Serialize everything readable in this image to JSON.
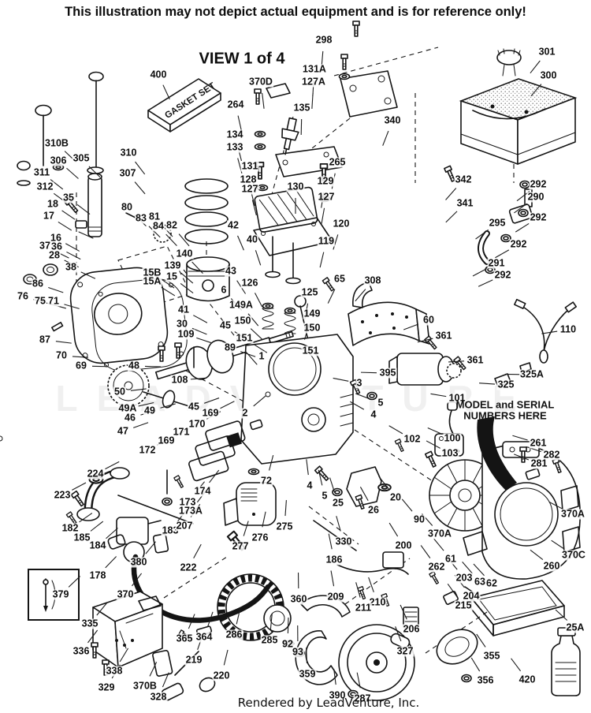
{
  "header": {
    "disclaimer": "This illustration may not depict actual equipment and is for reference only!",
    "view_label": "VIEW 1 of 4"
  },
  "footer": {
    "credit": "Rendered by LeadVenture, Inc."
  },
  "watermark": "LEADVENTURE",
  "annotations": {
    "model_serial_line1": "MODEL and SERIAL",
    "model_serial_line2": "NUMBERS HERE",
    "gasket_set_label": "GASKET SET"
  },
  "colors": {
    "ink": "#141414",
    "background": "#ffffff"
  },
  "diagram": {
    "parts": [
      [
        "298",
        411,
        51
      ],
      [
        "131A",
        399,
        88
      ],
      [
        "127A",
        398,
        104
      ],
      [
        "400",
        201,
        95
      ],
      [
        "370D",
        331,
        104
      ],
      [
        "264",
        299,
        133
      ],
      [
        "134",
        298,
        171
      ],
      [
        "133",
        298,
        187
      ],
      [
        "135",
        383,
        137
      ],
      [
        "301",
        694,
        66
      ],
      [
        "300",
        696,
        96
      ],
      [
        "340",
        498,
        153
      ],
      [
        "265",
        428,
        206
      ],
      [
        "131",
        317,
        211
      ],
      [
        "128",
        315,
        228
      ],
      [
        "127",
        317,
        240
      ],
      [
        "130",
        375,
        237
      ],
      [
        "129",
        413,
        230
      ],
      [
        "127",
        414,
        250
      ],
      [
        "120",
        433,
        284
      ],
      [
        "119",
        414,
        306
      ],
      [
        "342",
        588,
        228
      ],
      [
        "341",
        590,
        258
      ],
      [
        "292",
        683,
        234
      ],
      [
        "290",
        680,
        250
      ],
      [
        "292",
        683,
        276
      ],
      [
        "295",
        631,
        283
      ],
      [
        "292",
        658,
        310
      ],
      [
        "291",
        630,
        334
      ],
      [
        "292",
        638,
        349
      ],
      [
        "310B",
        72,
        182
      ],
      [
        "306",
        74,
        204
      ],
      [
        "311",
        53,
        219
      ],
      [
        "312",
        57,
        237
      ],
      [
        "305",
        103,
        201
      ],
      [
        "310",
        163,
        194
      ],
      [
        "307",
        162,
        220
      ],
      [
        "35",
        87,
        251
      ],
      [
        "18",
        67,
        259
      ],
      [
        "17",
        62,
        274
      ],
      [
        "16",
        71,
        302
      ],
      [
        "37",
        57,
        312
      ],
      [
        "36",
        72,
        313
      ],
      [
        "28",
        69,
        324
      ],
      [
        "38",
        90,
        339
      ],
      [
        "80",
        161,
        263
      ],
      [
        "83",
        179,
        277
      ],
      [
        "81",
        196,
        275
      ],
      [
        "84",
        201,
        287
      ],
      [
        "82",
        218,
        286
      ],
      [
        "140",
        234,
        322
      ],
      [
        "139",
        219,
        337
      ],
      [
        "15B",
        193,
        346
      ],
      [
        "15A",
        193,
        357
      ],
      [
        "15",
        218,
        351
      ],
      [
        "86",
        48,
        360
      ],
      [
        "76",
        29,
        376
      ],
      [
        "75",
        51,
        382
      ],
      [
        "71",
        68,
        382
      ],
      [
        "87",
        57,
        431
      ],
      [
        "70",
        78,
        451
      ],
      [
        "69",
        103,
        464
      ],
      [
        "41",
        233,
        393
      ],
      [
        "30",
        231,
        411
      ],
      [
        "109",
        236,
        424
      ],
      [
        "48",
        170,
        464
      ],
      [
        "108",
        228,
        482
      ],
      [
        "50",
        152,
        497
      ],
      [
        "49A",
        162,
        518
      ],
      [
        "49",
        190,
        521
      ],
      [
        "46",
        165,
        530
      ],
      [
        "47",
        156,
        547
      ],
      [
        "45",
        246,
        516
      ],
      [
        "169",
        267,
        524
      ],
      [
        "170",
        250,
        538
      ],
      [
        "171",
        230,
        548
      ],
      [
        "169",
        211,
        559
      ],
      [
        "172",
        187,
        571
      ],
      [
        "2",
        311,
        524
      ],
      [
        "42",
        296,
        286
      ],
      [
        "40",
        320,
        304
      ],
      [
        "43",
        293,
        344
      ],
      [
        "6",
        284,
        368
      ],
      [
        "126",
        317,
        359
      ],
      [
        "125",
        393,
        371
      ],
      [
        "149A",
        306,
        387
      ],
      [
        "150",
        308,
        407
      ],
      [
        "151",
        310,
        429
      ],
      [
        "149",
        396,
        398
      ],
      [
        "150",
        396,
        416
      ],
      [
        "151",
        394,
        445
      ],
      [
        "45",
        286,
        413
      ],
      [
        "89",
        292,
        441
      ],
      [
        "1",
        332,
        452
      ],
      [
        "65",
        431,
        354
      ],
      [
        "308",
        473,
        356
      ],
      [
        "60",
        544,
        406
      ],
      [
        "361",
        563,
        426
      ],
      [
        "361",
        603,
        457
      ],
      [
        "395",
        492,
        473
      ],
      [
        "325A",
        675,
        475
      ],
      [
        "325",
        642,
        488
      ],
      [
        "110",
        721,
        418
      ],
      [
        "101",
        580,
        505
      ],
      [
        "3",
        456,
        486
      ],
      [
        "5",
        483,
        511
      ],
      [
        "4",
        474,
        526
      ],
      [
        "102",
        523,
        557
      ],
      [
        "100",
        574,
        556
      ],
      [
        "103",
        571,
        575
      ],
      [
        "261",
        683,
        562
      ],
      [
        "282",
        700,
        577
      ],
      [
        "281",
        684,
        588
      ],
      [
        "90",
        532,
        659
      ],
      [
        "370A",
        558,
        677
      ],
      [
        "370A",
        727,
        652
      ],
      [
        "370C",
        728,
        704
      ],
      [
        "260",
        700,
        718
      ],
      [
        "72",
        338,
        610
      ],
      [
        "4",
        393,
        616
      ],
      [
        "5",
        412,
        629
      ],
      [
        "25",
        429,
        638
      ],
      [
        "26",
        474,
        647
      ],
      [
        "20",
        502,
        631
      ],
      [
        "224",
        121,
        601
      ],
      [
        "223",
        79,
        628
      ],
      [
        "182",
        89,
        670
      ],
      [
        "185",
        104,
        682
      ],
      [
        "184",
        124,
        692
      ],
      [
        "380",
        176,
        713
      ],
      [
        "178",
        124,
        730
      ],
      [
        "183",
        216,
        673
      ],
      [
        "222",
        239,
        720
      ],
      [
        "207",
        234,
        667
      ],
      [
        "173",
        238,
        637
      ],
      [
        "173A",
        242,
        648
      ],
      [
        "174",
        257,
        623
      ],
      [
        "275",
        361,
        668
      ],
      [
        "276",
        330,
        682
      ],
      [
        "277",
        305,
        693
      ],
      [
        "330",
        436,
        687
      ],
      [
        "200",
        512,
        692
      ],
      [
        "186",
        424,
        710
      ],
      [
        "61",
        572,
        709
      ],
      [
        "262",
        554,
        719
      ],
      [
        "203",
        589,
        733
      ],
      [
        "63",
        609,
        738
      ],
      [
        "62",
        624,
        740
      ],
      [
        "204",
        598,
        756
      ],
      [
        "215",
        588,
        768
      ],
      [
        "206",
        522,
        798
      ],
      [
        "209",
        426,
        757
      ],
      [
        "210",
        479,
        764
      ],
      [
        "211",
        461,
        771
      ],
      [
        "360",
        379,
        760
      ],
      [
        "286",
        297,
        805
      ],
      [
        "285",
        342,
        812
      ],
      [
        "92",
        365,
        817
      ],
      [
        "93",
        378,
        827
      ],
      [
        "359",
        390,
        855
      ],
      [
        "390",
        428,
        882
      ],
      [
        "287",
        460,
        886
      ],
      [
        "327",
        514,
        826
      ],
      [
        "355",
        624,
        832
      ],
      [
        "356",
        616,
        863
      ],
      [
        "25A",
        730,
        796
      ],
      [
        "420",
        669,
        862
      ],
      [
        "379",
        77,
        754
      ],
      [
        "370",
        159,
        754
      ],
      [
        "335",
        114,
        791
      ],
      [
        "336",
        103,
        826
      ],
      [
        "338",
        145,
        851
      ],
      [
        "329",
        135,
        872
      ],
      [
        "370B",
        184,
        870
      ],
      [
        "328",
        201,
        884
      ],
      [
        "219",
        246,
        837
      ],
      [
        "220",
        281,
        857
      ],
      [
        "365",
        234,
        810
      ],
      [
        "364",
        259,
        808
      ]
    ]
  }
}
